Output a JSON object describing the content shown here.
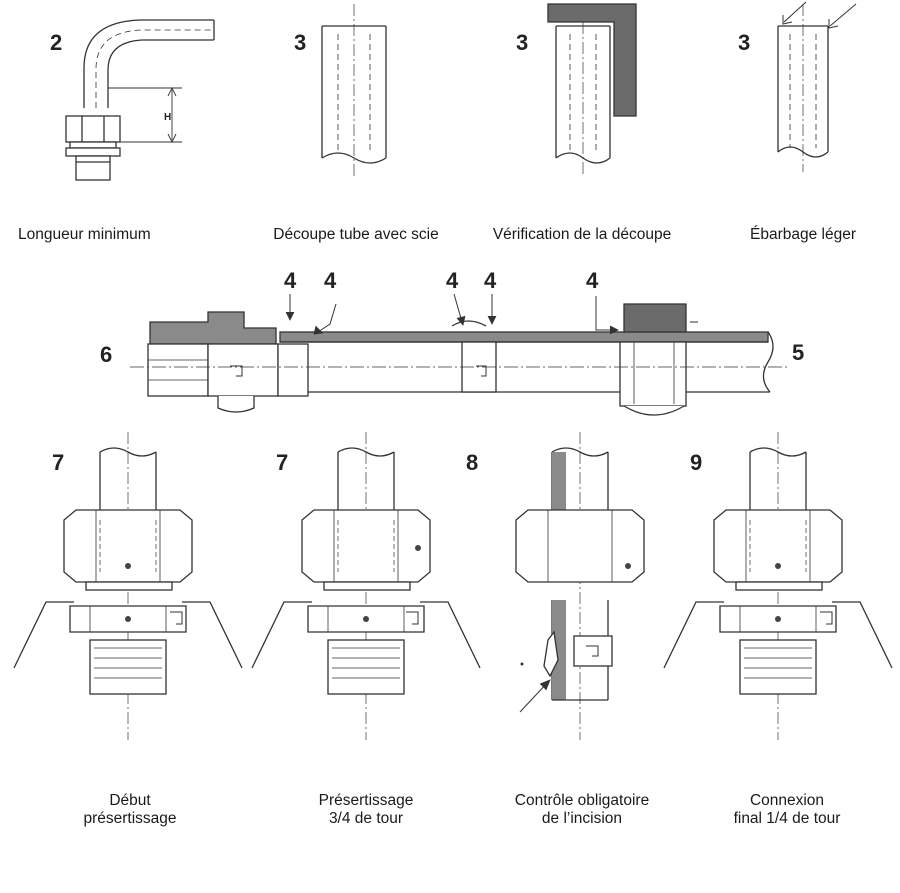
{
  "captions": {
    "longueur": "Longueur minimum",
    "decoupe": "Découpe tube avec scie",
    "verification": "Vérification de la découpe",
    "ebarbage": "Ébarbage léger",
    "debut_1": "Début",
    "debut_2": "présertissage",
    "presert_1": "Présertissage",
    "presert_2": "3/4 de tour",
    "controle_1": "Contrôle obligatoire",
    "controle_2": "de l’incision",
    "connexion_1": "Connexion",
    "connexion_2": "final 1/4 de tour"
  },
  "steps": {
    "s2": "2",
    "s3a": "3",
    "s3b": "3",
    "s3c": "3",
    "s4a": "4",
    "s4b": "4",
    "s4c": "4",
    "s4d": "4",
    "s4e": "4",
    "s5": "5",
    "s6": "6",
    "s7a": "7",
    "s7b": "7",
    "s8": "8",
    "s9": "9"
  },
  "dimension_label": "H"
}
